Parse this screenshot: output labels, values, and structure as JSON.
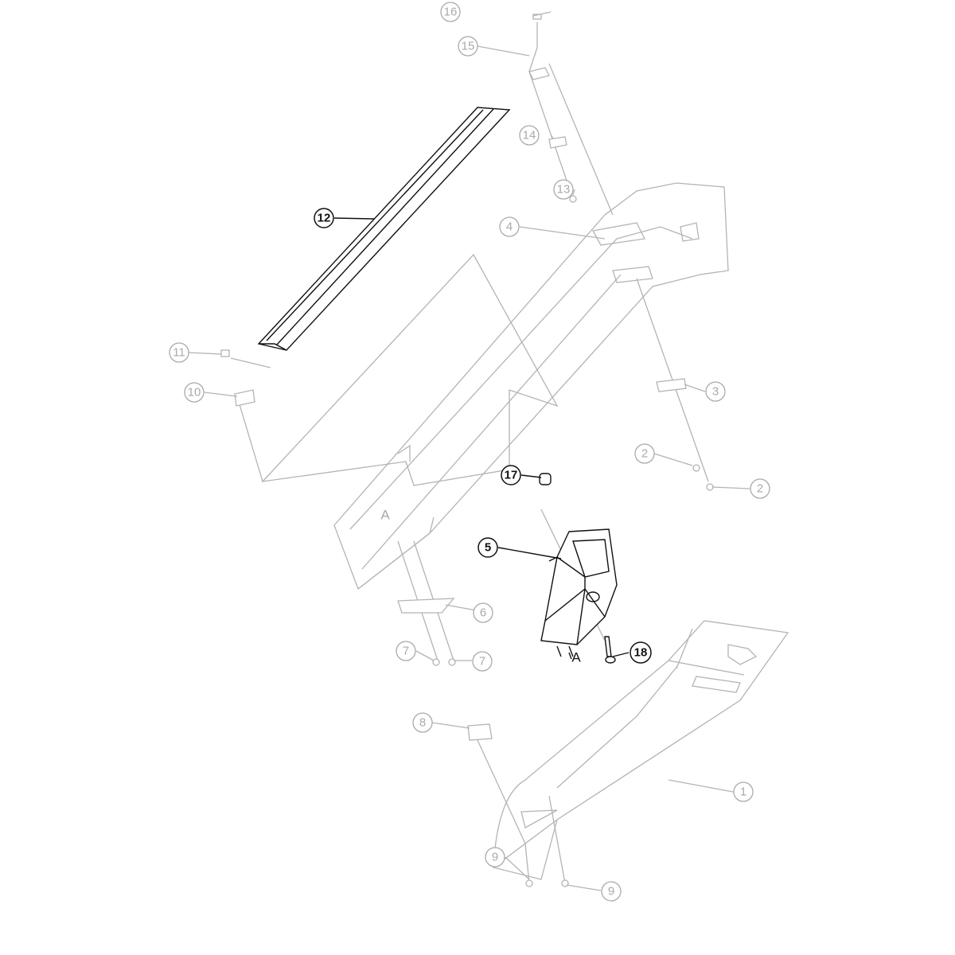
{
  "callouts": {
    "c16": "16",
    "c15": "15",
    "c14": "14",
    "c13": "13",
    "c12": "12",
    "c4": "4",
    "c11": "11",
    "c10": "10",
    "c3": "3",
    "c2a": "2",
    "c2b": "2",
    "c17": "17",
    "c5": "5",
    "c6": "6",
    "c7a": "7",
    "c7b": "7",
    "c18": "18",
    "c8": "8",
    "c1": "1",
    "c9a": "9",
    "c9b": "9"
  },
  "markers": {
    "a_upper": "A",
    "a_lower": "A"
  },
  "colors": {
    "highlight": "#111111",
    "context": "#b4b4b4"
  }
}
